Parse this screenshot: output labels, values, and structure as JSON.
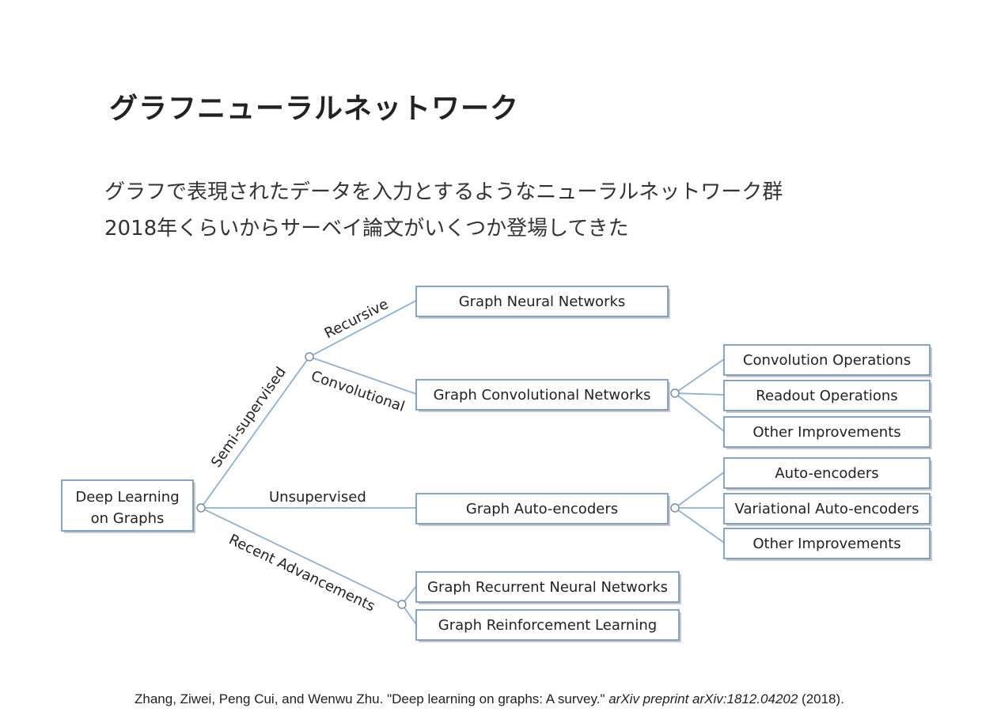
{
  "title": "グラフニューラルネットワーク",
  "body_lines": [
    "グラフで表現されたデータを入力とするようなニューラルネットワーク群",
    "2018年くらいからサーベイ論文がいくつか登場してきた"
  ],
  "diagram": {
    "root": {
      "line1": "Deep Learning",
      "line2": "on Graphs"
    },
    "edges": {
      "semi_supervised": "Semi-supervised",
      "unsupervised": "Unsupervised",
      "recent": "Recent Advancements",
      "recursive": "Recursive",
      "convolutional": "Convolutional"
    },
    "nodes": {
      "gnn": "Graph Neural Networks",
      "gcn": "Graph Convolutional Networks",
      "gae": "Graph Auto-encoders",
      "grnn": "Graph Recurrent Neural Networks",
      "grl": "Graph Reinforcement Learning"
    },
    "gcn_children": [
      "Convolution Operations",
      "Readout Operations",
      "Other Improvements"
    ],
    "gae_children": [
      "Auto-encoders",
      "Variational Auto-encoders",
      "Other Improvements"
    ]
  },
  "citation": {
    "authors": "Zhang, Ziwei, Peng Cui, and Wenwu Zhu. \"Deep learning on graphs: A survey.\" ",
    "venue": "arXiv preprint arXiv:1812.04202",
    "year": " (2018)."
  }
}
